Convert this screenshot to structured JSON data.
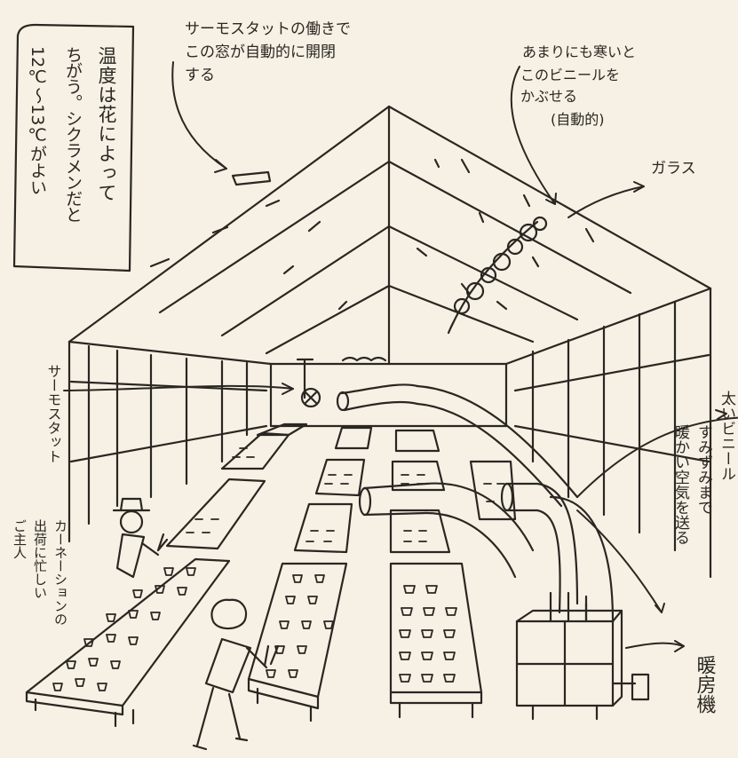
{
  "labels": {
    "temperature_note": [
      "温度は花によって",
      "ちがう。シクラメンだと",
      "12℃～13℃がよい"
    ],
    "window_note": [
      "サーモスタットの働きで",
      "この窓が自動的に開閉",
      "する"
    ],
    "vinyl_cover_note": [
      "あまりにも寒いと",
      "このビニールを",
      "かぶせる",
      "(自動的)"
    ],
    "glass": "ガラス",
    "thermostat": "サーモスタット",
    "carnation_owner": [
      "カーネーションの",
      "出荷に忙しい",
      "ご主人"
    ],
    "big_vinyl_duct": [
      "太いビニール",
      "すみずみまで",
      "暖かい空気を送る"
    ],
    "heater": "暖房機"
  }
}
